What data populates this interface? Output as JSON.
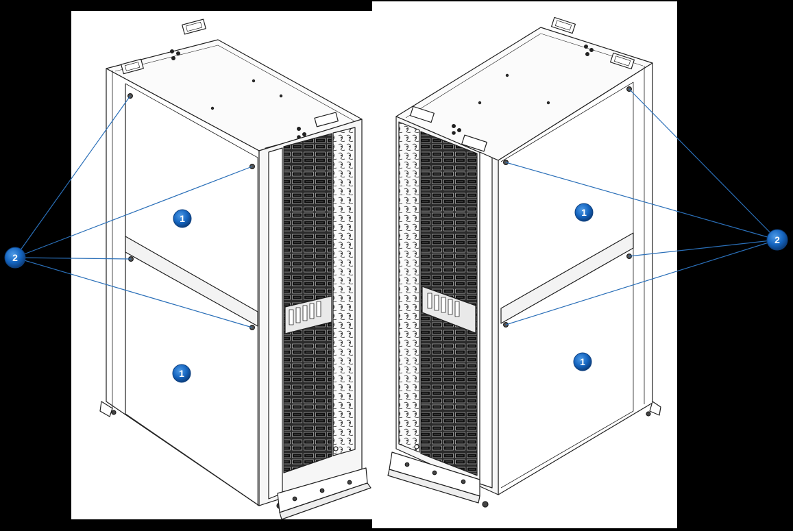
{
  "figure": {
    "background_color": "#000000",
    "panel_color": "#ffffff",
    "line_color": "#1f1f1f",
    "leader_color": "#2a6fb8",
    "callout_fill": "#1565c0"
  },
  "callouts": {
    "side_panel": "1",
    "panel_fastener": "2"
  },
  "cabinets": [
    {
      "name": "left",
      "view": "front-right"
    },
    {
      "name": "right",
      "view": "front-left"
    }
  ]
}
